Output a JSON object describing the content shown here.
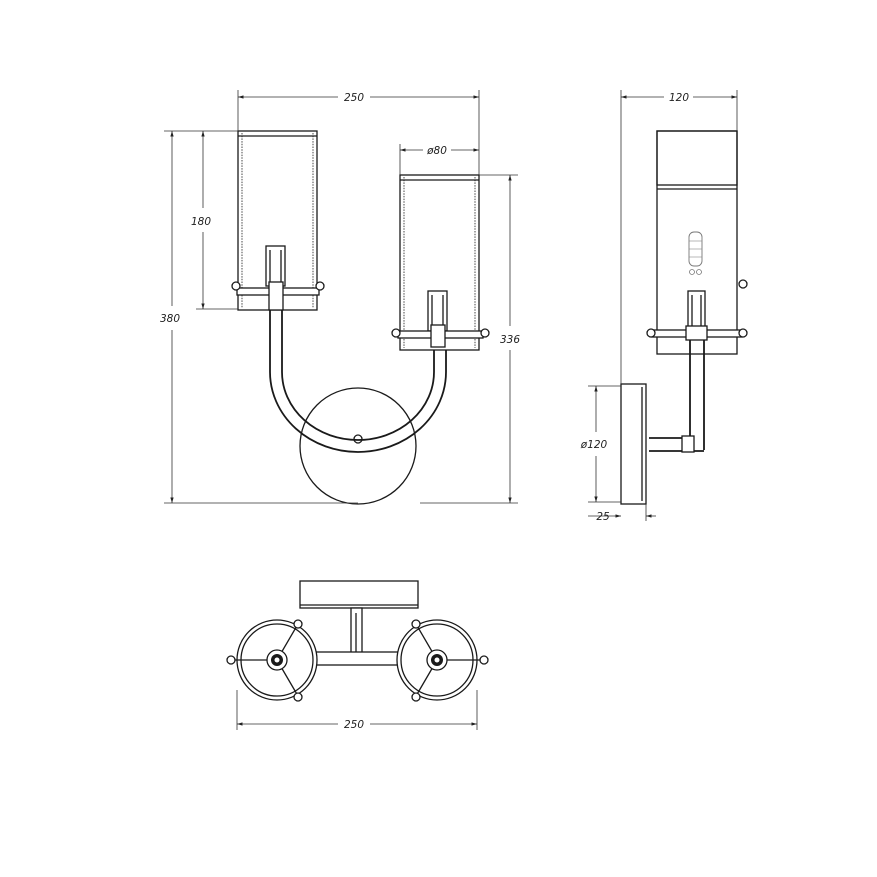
{
  "front_view": {
    "width_label": "250",
    "diameter_label": "ø80",
    "shade_height_label": "180",
    "overall_height_label": "380",
    "right_height_label": "336"
  },
  "side_view": {
    "width_label": "120",
    "plate_diameter_label": "ø120",
    "plate_depth_label": "25"
  },
  "top_view": {
    "width_label": "250"
  }
}
